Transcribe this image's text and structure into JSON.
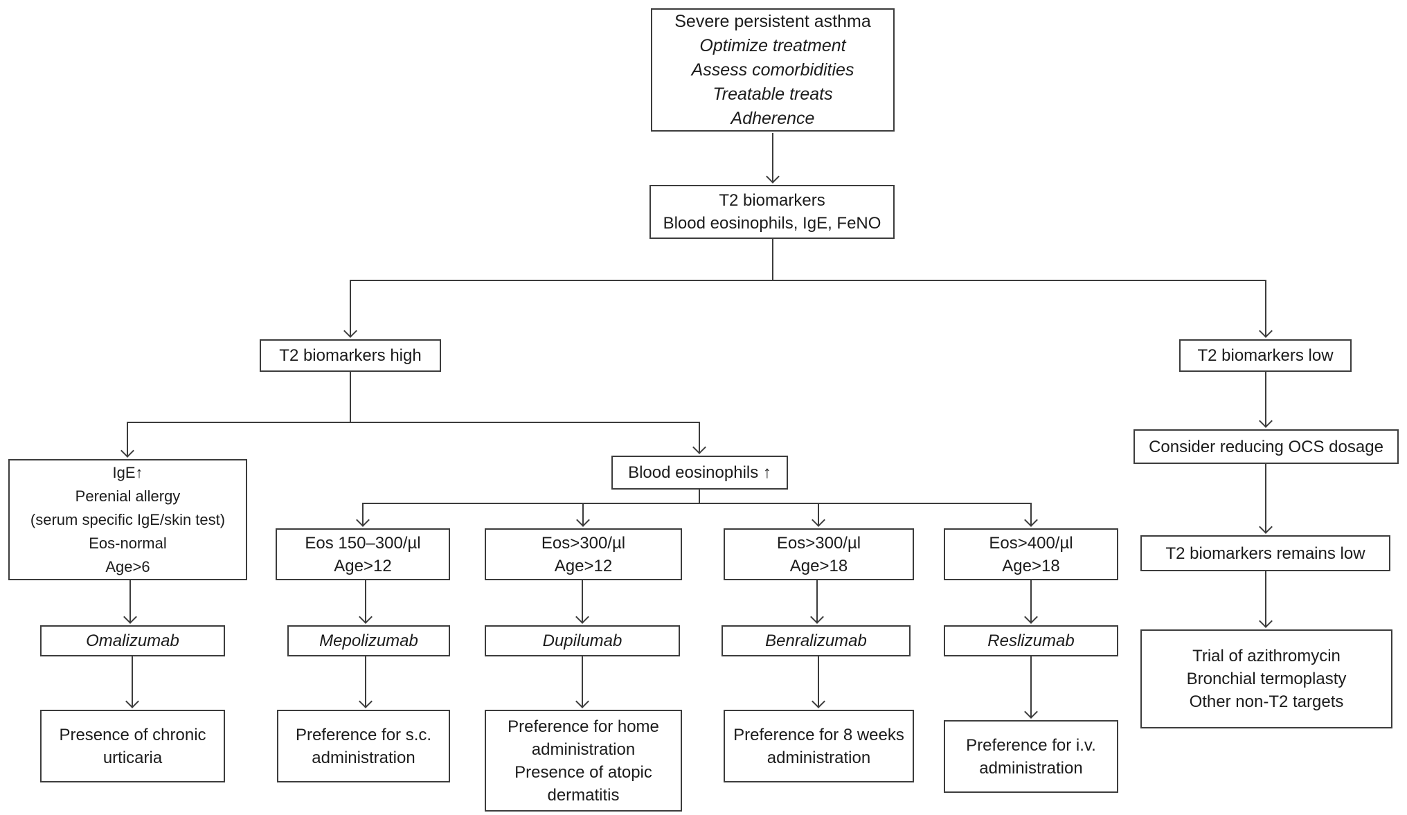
{
  "figure": {
    "background": "#ffffff",
    "line_color": "#3c3c3c",
    "text_color": "#1c1c1c",
    "nodes": {
      "root_title": "Severe persistent asthma",
      "root_details": "Optimize treatment\nAssess comorbidities\nTreatable treats\nAdherence",
      "t2_biomarkers": "T2 biomarkers\nBlood eosinophils, IgE, FeNO",
      "t2_high": "T2 biomarkers high",
      "t2_low": "T2 biomarkers low",
      "ige_criteria": "IgE↑\nPerenial allergy\n(serum specific IgE/skin test)\nEos-normal\nAge>6",
      "blood_eos": "Blood eosinophils ↑",
      "eos_1": "Eos 150–300/µl\nAge>12",
      "eos_2": "Eos>300/µl\nAge>12",
      "eos_3": "Eos>300/µl\nAge>18",
      "eos_4": "Eos>400/µl\nAge>18",
      "consider_ocs": "Consider reducing OCS dosage",
      "t2_remains_low": "T2 biomarkers remains low",
      "drug_1": "Omalizumab",
      "drug_2": "Mepolizumab",
      "drug_3": "Dupilumab",
      "drug_4": "Benralizumab",
      "drug_5": "Reslizumab",
      "outcome_1": "Presence of chronic\nurticaria",
      "outcome_2": "Preference for s.c.\nadministration",
      "outcome_3": "Preference for home\nadministration\nPresence of atopic\ndermatitis",
      "outcome_4": "Preference for 8 weeks\nadministration",
      "outcome_5": "Preference for i.v.\nadministration",
      "non_t2": "Trial of azithromycin\nBronchial termoplasty\nOther non-T2 targets"
    }
  }
}
